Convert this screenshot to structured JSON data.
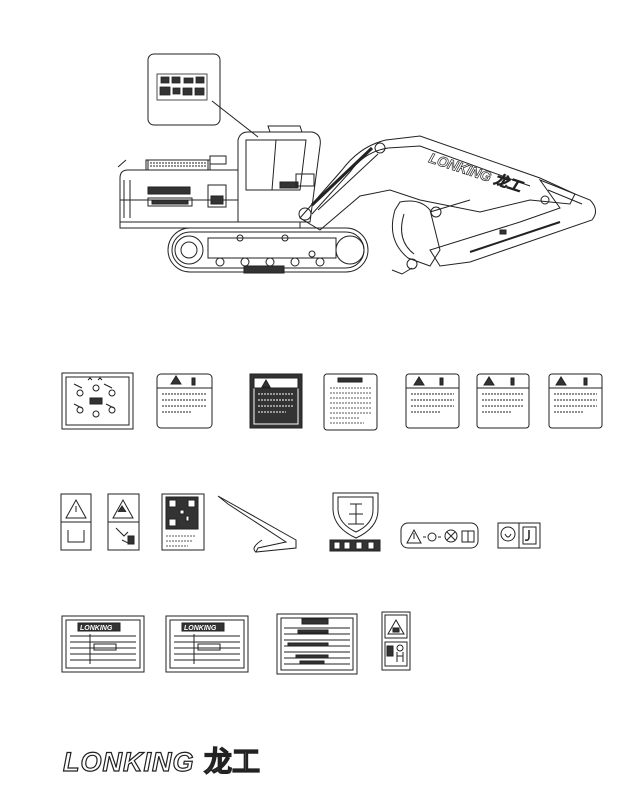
{
  "brand": {
    "latin": "LONKING",
    "cjk": "龙工"
  },
  "colors": {
    "line": "#222222",
    "background": "#ffffff",
    "dark_fill": "#333333"
  },
  "excavator": {
    "boom_lettering": "LONKING 龙工"
  },
  "decal_rows": [
    {
      "row": 1,
      "items": [
        "control-pattern-decal",
        "warning-decal-1",
        "warning-decal-2-dark",
        "text-notice-decal",
        "warning-decal-3",
        "warning-decal-4",
        "warning-decal-5"
      ]
    },
    {
      "row": 2,
      "items": [
        "warning-triangle-decal",
        "crush-hazard-decal",
        "qr-code-decal",
        "boom-stripe-decal",
        "shield-emblem-decal",
        "symbol-strip-decal",
        "lifting-hook-decal"
      ]
    },
    {
      "row": 3,
      "items": [
        "nameplate-1",
        "nameplate-2",
        "spec-plate",
        "operator-warning-decal"
      ]
    }
  ]
}
